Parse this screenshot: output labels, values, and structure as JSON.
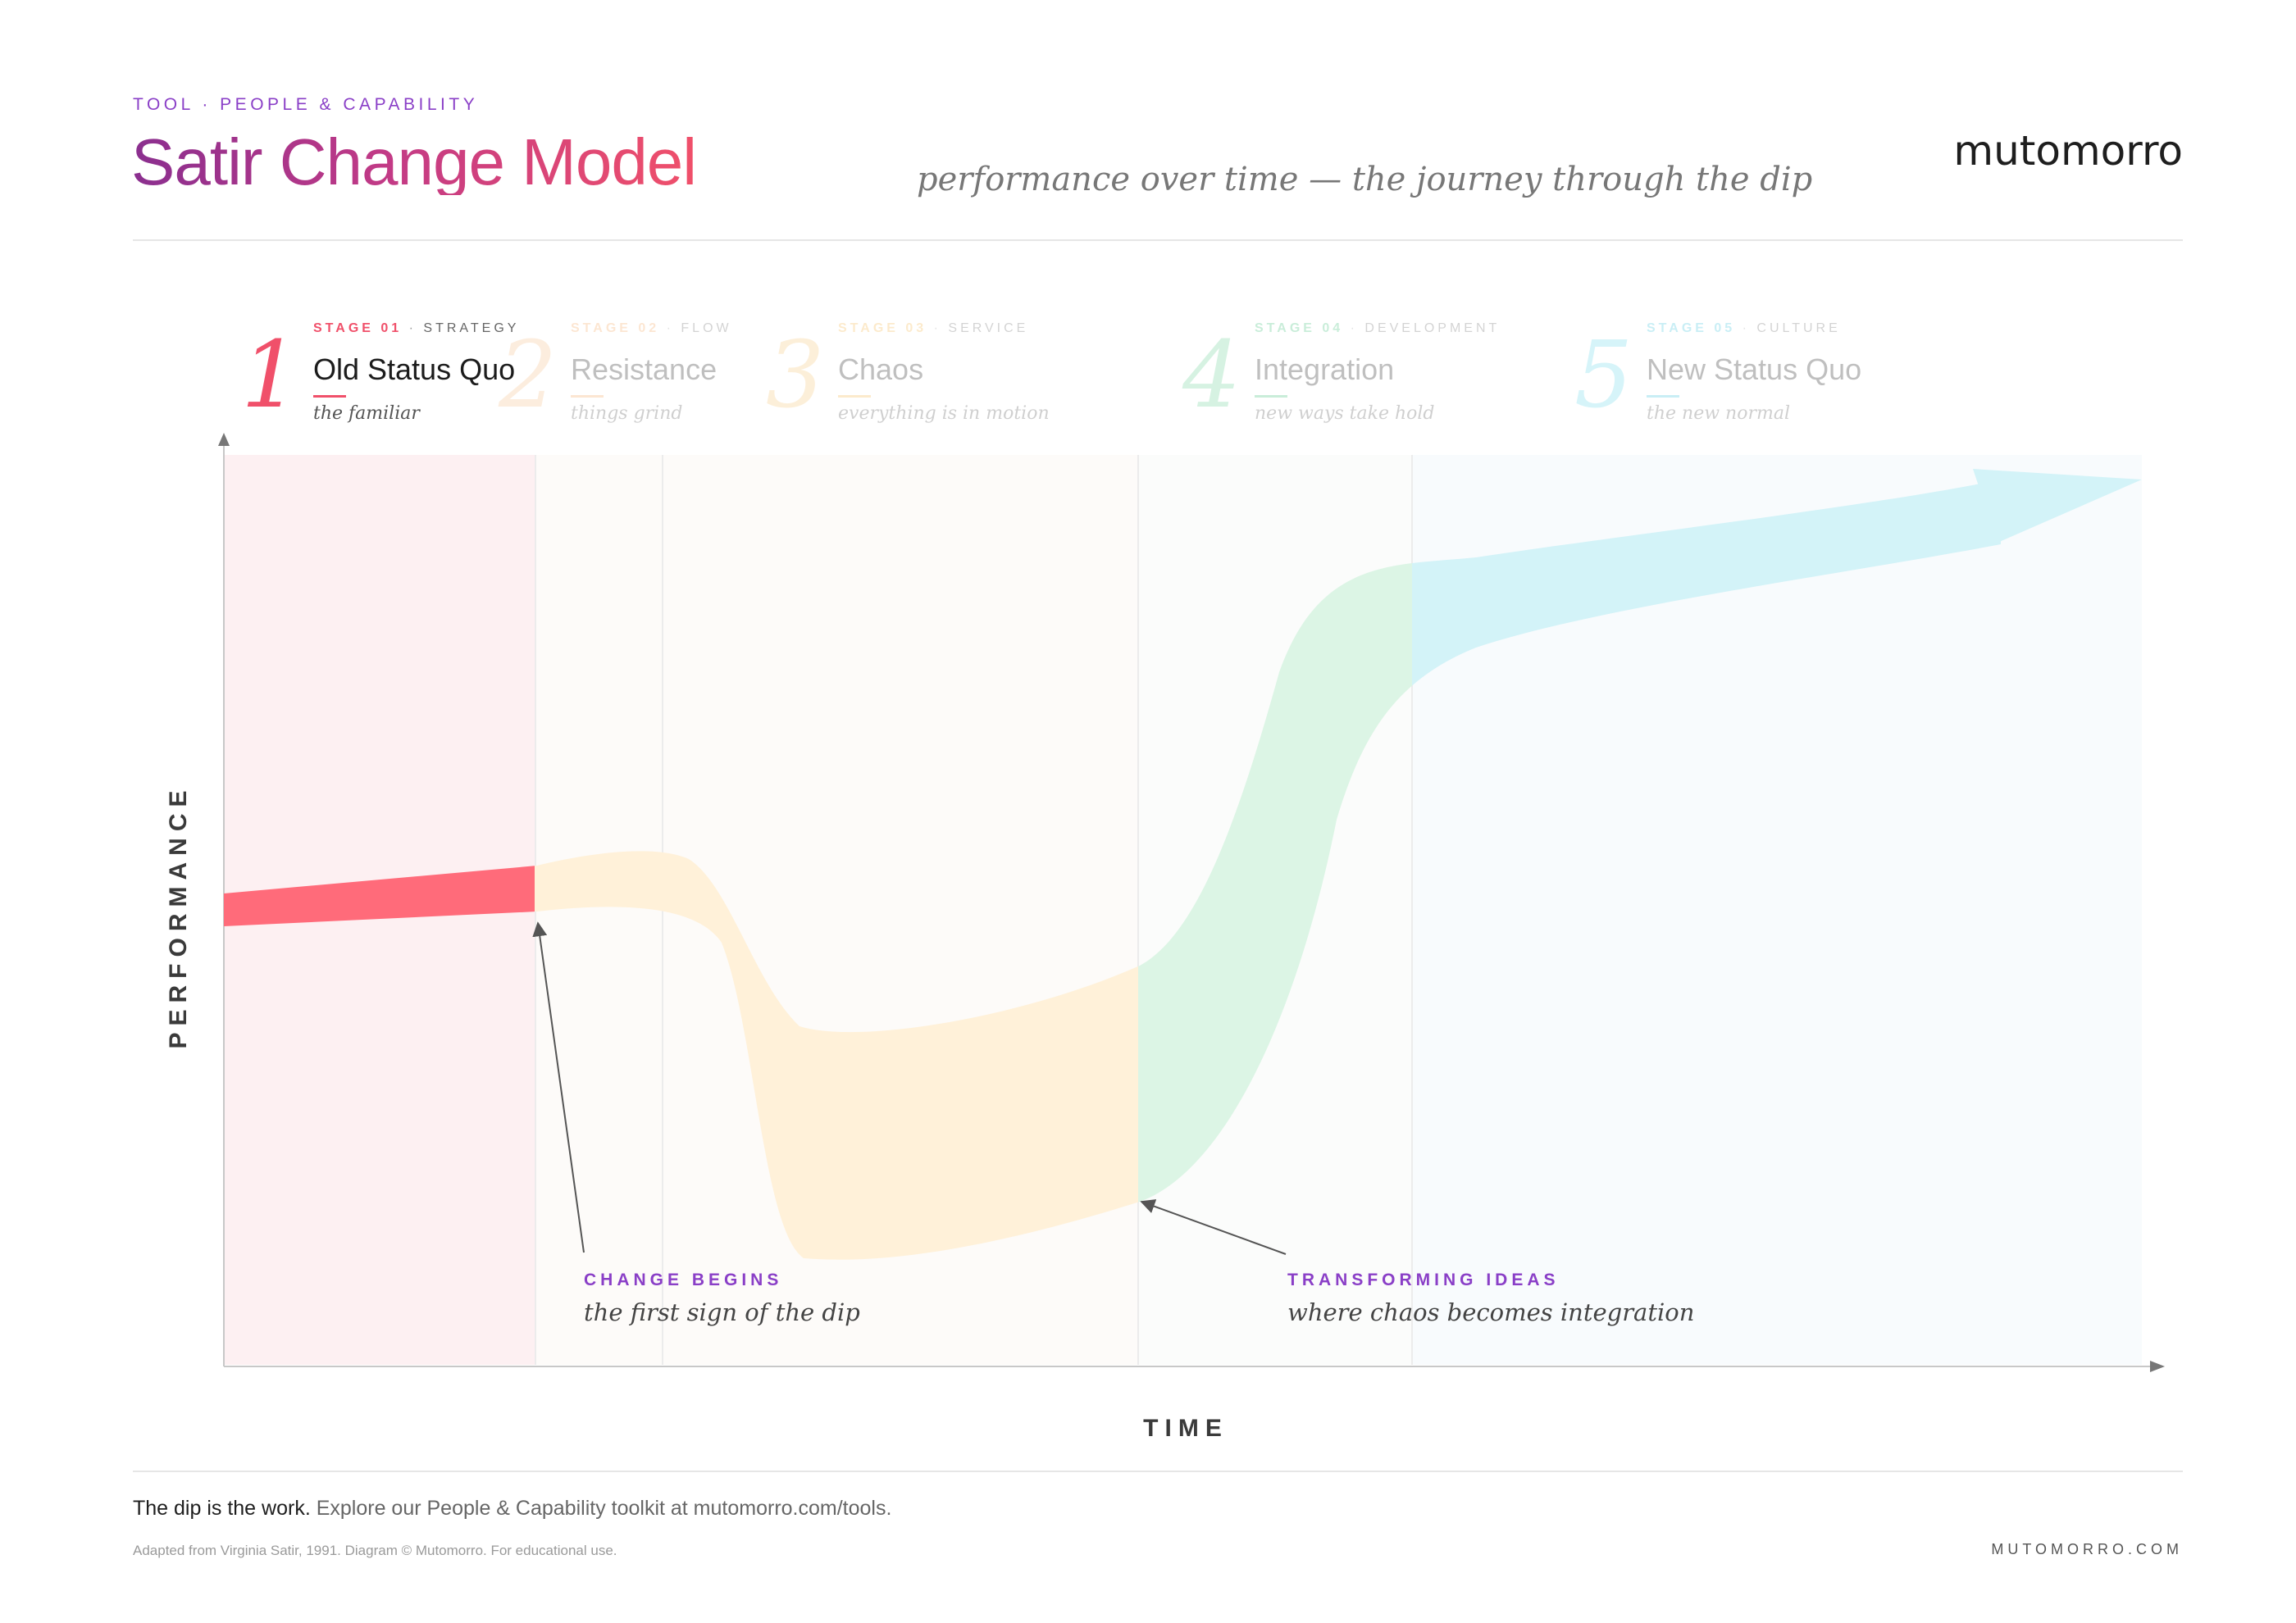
{
  "header": {
    "kicker": "TOOL · PEOPLE & CAPABILITY",
    "title": "Satir Change Model",
    "subtitle": "performance over time — the journey through the dip",
    "brand": "mutomorro"
  },
  "stages": [
    {
      "number": "1",
      "label": "STAGE 01",
      "category": "STRATEGY",
      "name": "Old Status Quo",
      "description": "the familiar",
      "color": "#f0506a",
      "active": true
    },
    {
      "number": "2",
      "label": "STAGE 02",
      "category": "FLOW",
      "name": "Resistance",
      "description": "things grind",
      "color": "#f7c08a",
      "active": false
    },
    {
      "number": "3",
      "label": "STAGE 03",
      "category": "SERVICE",
      "name": "Chaos",
      "description": "everything is in motion",
      "color": "#f7c77a",
      "active": false
    },
    {
      "number": "4",
      "label": "STAGE 04",
      "category": "DEVELOPMENT",
      "name": "Integration",
      "description": "new ways take hold",
      "color": "#6fd39a",
      "active": false
    },
    {
      "number": "5",
      "label": "STAGE 05",
      "category": "CULTURE",
      "name": "New Status Quo",
      "description": "the new normal",
      "color": "#6fd8ea",
      "active": false
    }
  ],
  "axes": {
    "y_label": "PERFORMANCE",
    "x_label": "TIME"
  },
  "annotations": [
    {
      "heading": "CHANGE BEGINS",
      "subtext": "the first sign of the dip"
    },
    {
      "heading": "TRANSFORMING IDEAS",
      "subtext": "where chaos becomes integration"
    }
  ],
  "footer": {
    "tagline_bold": "The dip is the work.",
    "tagline_rest": " Explore our People & Capability toolkit at mutomorro.com/tools.",
    "fine_print": "Adapted from Virginia Satir, 1991. Diagram © Mutomorro. For educational use.",
    "site": "MUTOMORRO.COM"
  },
  "colors": {
    "accent": "#8a3fc7",
    "stage1": "#ff6b7a",
    "stage2": "#fde3c8",
    "stage3": "#fdeec8",
    "stage4": "#d8f4e2",
    "stage5": "#cdf1f7"
  }
}
